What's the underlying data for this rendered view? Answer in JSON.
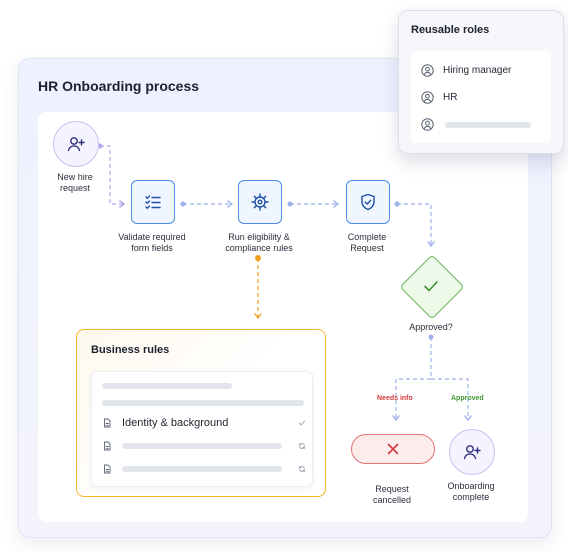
{
  "process": {
    "title": "HR Onboarding process"
  },
  "nodes": {
    "new_hire": "New hire\nrequest",
    "validate": "Validate required\nform fields",
    "eligibility": "Run eligibility &\ncompliance rules",
    "complete": "Complete\nRequest",
    "approved_decision": "Approved?",
    "cancelled": "Request\ncancelled",
    "onboarding": "Onboarding\ncomplete"
  },
  "branches": {
    "needs_info": "Needs info",
    "approved": "Approved"
  },
  "business_rules": {
    "title": "Business rules",
    "items": [
      {
        "label": "Identity & background",
        "status_icon": "check-icon"
      },
      {
        "label": "",
        "status_icon": "refresh-icon"
      },
      {
        "label": "",
        "status_icon": "refresh-icon"
      }
    ]
  },
  "reusable_roles": {
    "title": "Reusable roles",
    "roles": [
      "Hiring manager",
      "HR",
      ""
    ]
  },
  "colors": {
    "accent_blue": "#4d8fe6",
    "purple": "#7b6fd8",
    "green": "#5bab4d",
    "red": "#e05252",
    "orange": "#f0a020"
  }
}
